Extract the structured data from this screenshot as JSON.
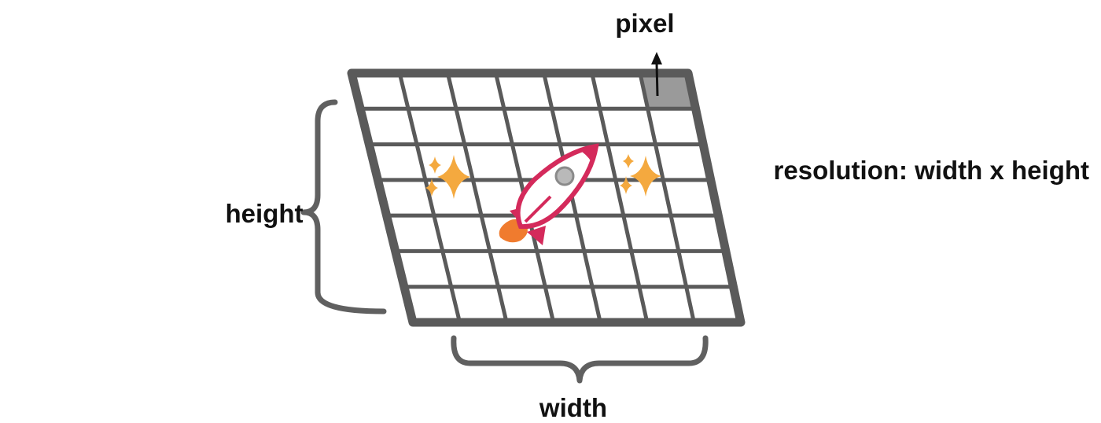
{
  "labels": {
    "pixel": "pixel",
    "height": "height",
    "width": "width",
    "resolution": "resolution: width x height"
  },
  "grid": {
    "columns": 7,
    "rows": 7
  },
  "colors": {
    "grid_line": "#5a5a5a",
    "pixel_fill": "#9a9a9a",
    "rocket": "#d42a5b",
    "rocket_window": "#b9b9b9",
    "flame": "#f07b2e",
    "sparkle": "#f4a93f",
    "brace": "#606060",
    "arrow": "#111111",
    "text": "#111111"
  },
  "icons": [
    "rocket-icon",
    "sparkle-icon",
    "brace-icon",
    "arrow-up-icon"
  ]
}
